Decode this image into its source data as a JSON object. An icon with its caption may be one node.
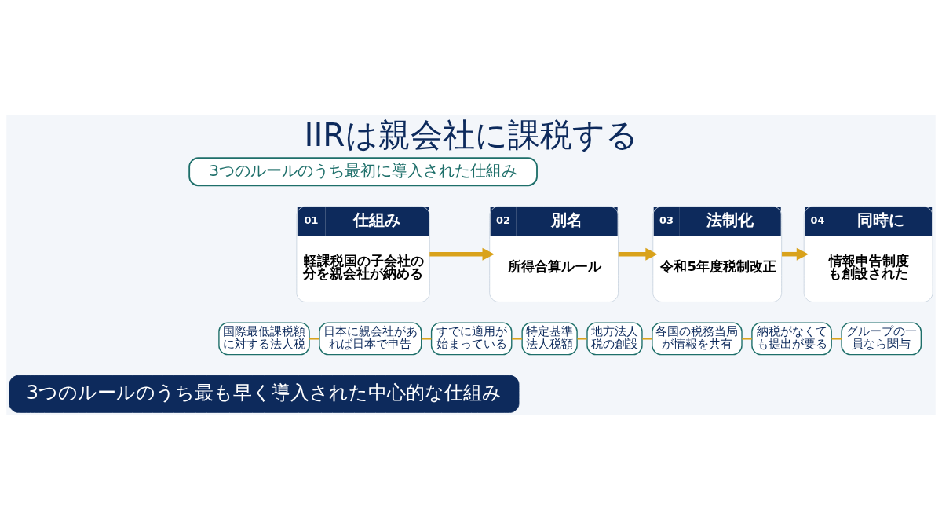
{
  "diagram": {
    "title": "IIRは親会社に課税する",
    "nodes": [
      {
        "text": [
          "3つのルールのうち最初に導入された仕組み"
        ]
      },
      {
        "text": [
          "01",
          "仕組み",
          "軽課税国の子会社の分を親会社が納める"
        ]
      },
      {
        "text": [
          "02",
          "別名",
          "所得合算ルール"
        ]
      },
      {
        "text": [
          "03",
          "法制化",
          "令和5年度税制改正"
        ]
      },
      {
        "text": [
          "04",
          "同時に",
          "情報申告制度も創設された"
        ]
      },
      {
        "text": [
          "国際最低課税額に対する法人税"
        ]
      },
      {
        "text": [
          "日本に親会社があれば日本で申告"
        ]
      },
      {
        "text": [
          "すでに適用が始まっている"
        ]
      },
      {
        "text": [
          "特定基準法人税額"
        ]
      },
      {
        "text": [
          "地方法人税の創設"
        ]
      },
      {
        "text": [
          "各国の税務当局が情報を共有"
        ]
      },
      {
        "text": [
          "納税がなくても提出が要る"
        ]
      },
      {
        "text": [
          "グループの一員なら関与"
        ]
      },
      {
        "text": [
          "3つのルールのうち最も早く導入された中心的な仕組み"
        ]
      }
    ],
    "edges": [
      {
        "from": 1,
        "to": 2,
        "arrow": "to",
        "style": "thick"
      },
      {
        "from": 2,
        "to": 3,
        "arrow": "to",
        "style": "thick"
      },
      {
        "from": 3,
        "to": 4,
        "arrow": "to",
        "style": "thick"
      },
      {
        "from": 5,
        "to": 6,
        "arrow": "none"
      },
      {
        "from": 6,
        "to": 7,
        "arrow": "none"
      },
      {
        "from": 7,
        "to": 8,
        "arrow": "none"
      },
      {
        "from": 8,
        "to": 9,
        "arrow": "none"
      },
      {
        "from": 9,
        "to": 10,
        "arrow": "none"
      },
      {
        "from": 10,
        "to": 11,
        "arrow": "none"
      },
      {
        "from": 11,
        "to": 12,
        "arrow": "none"
      }
    ]
  }
}
